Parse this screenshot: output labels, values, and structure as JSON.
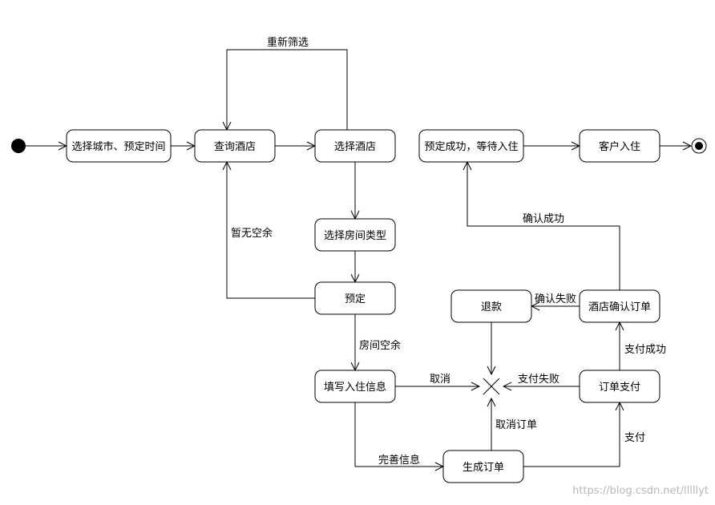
{
  "states": {
    "select_city_time": "选择城市、预定时间",
    "query_hotel": "查询酒店",
    "select_hotel": "选择酒店",
    "select_room_type": "选择房间类型",
    "reserve": "预定",
    "fill_checkin_info": "填写入住信息",
    "generate_order": "生成订单",
    "order_payment": "订单支付",
    "hotel_confirm_order": "酒店确认订单",
    "refund": "退款",
    "reserve_success_wait": "预定成功，等待入住",
    "customer_checkin": "客户入住"
  },
  "transitions": {
    "re_filter": "重新筛选",
    "no_vacancy": "暂无空余",
    "room_available": "房间空余",
    "complete_info": "完善信息",
    "cancel": "取消",
    "cancel_order": "取消订单",
    "pay": "支付",
    "pay_success": "支付成功",
    "pay_failed": "支付失败",
    "confirm_failed": "确认失败",
    "confirm_success": "确认成功"
  },
  "watermark": "https://blog.csdn.net/lllllyt"
}
